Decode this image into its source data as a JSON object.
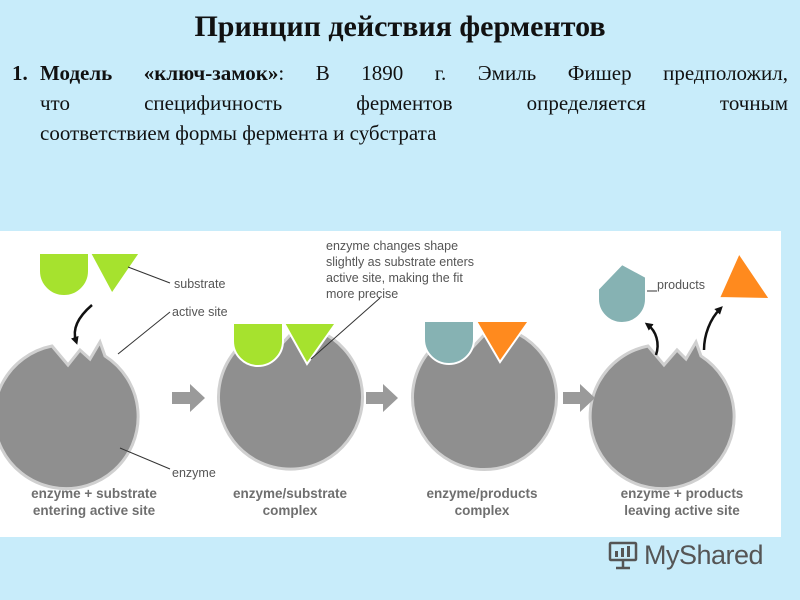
{
  "title": "Принцип действия ферментов",
  "paragraph": {
    "number": "1.",
    "model_name": "Модель «ключ-замок»",
    "text_after_name": ": В 1890 г. Эмиль Фишер предположил,",
    "line2": "что специфичность ферментов определяется точным",
    "line3": "соответствием формы фермента и субстрата"
  },
  "diagram": {
    "labels": {
      "substrate": "substrate",
      "active_site": "active site",
      "enzyme": "enzyme",
      "products": "products",
      "shape_change_lines": [
        "enzyme changes shape",
        "slightly as substrate enters",
        "active site, making the fit",
        "more precise"
      ]
    },
    "stages": [
      {
        "line1": "enzyme + substrate",
        "line2": "entering active site"
      },
      {
        "line1": "enzyme/substrate",
        "line2": "complex"
      },
      {
        "line1": "enzyme/products",
        "line2": "complex"
      },
      {
        "line1": "enzyme + products",
        "line2": "leaving active site"
      }
    ],
    "colors": {
      "enzyme": "#8f8f8f",
      "substrate": "#a6e22e",
      "product_round": "#86b2b3",
      "product_triangle": "#ff8a1e",
      "arrow": "#9a9a9a"
    }
  },
  "watermark": "MyShared"
}
